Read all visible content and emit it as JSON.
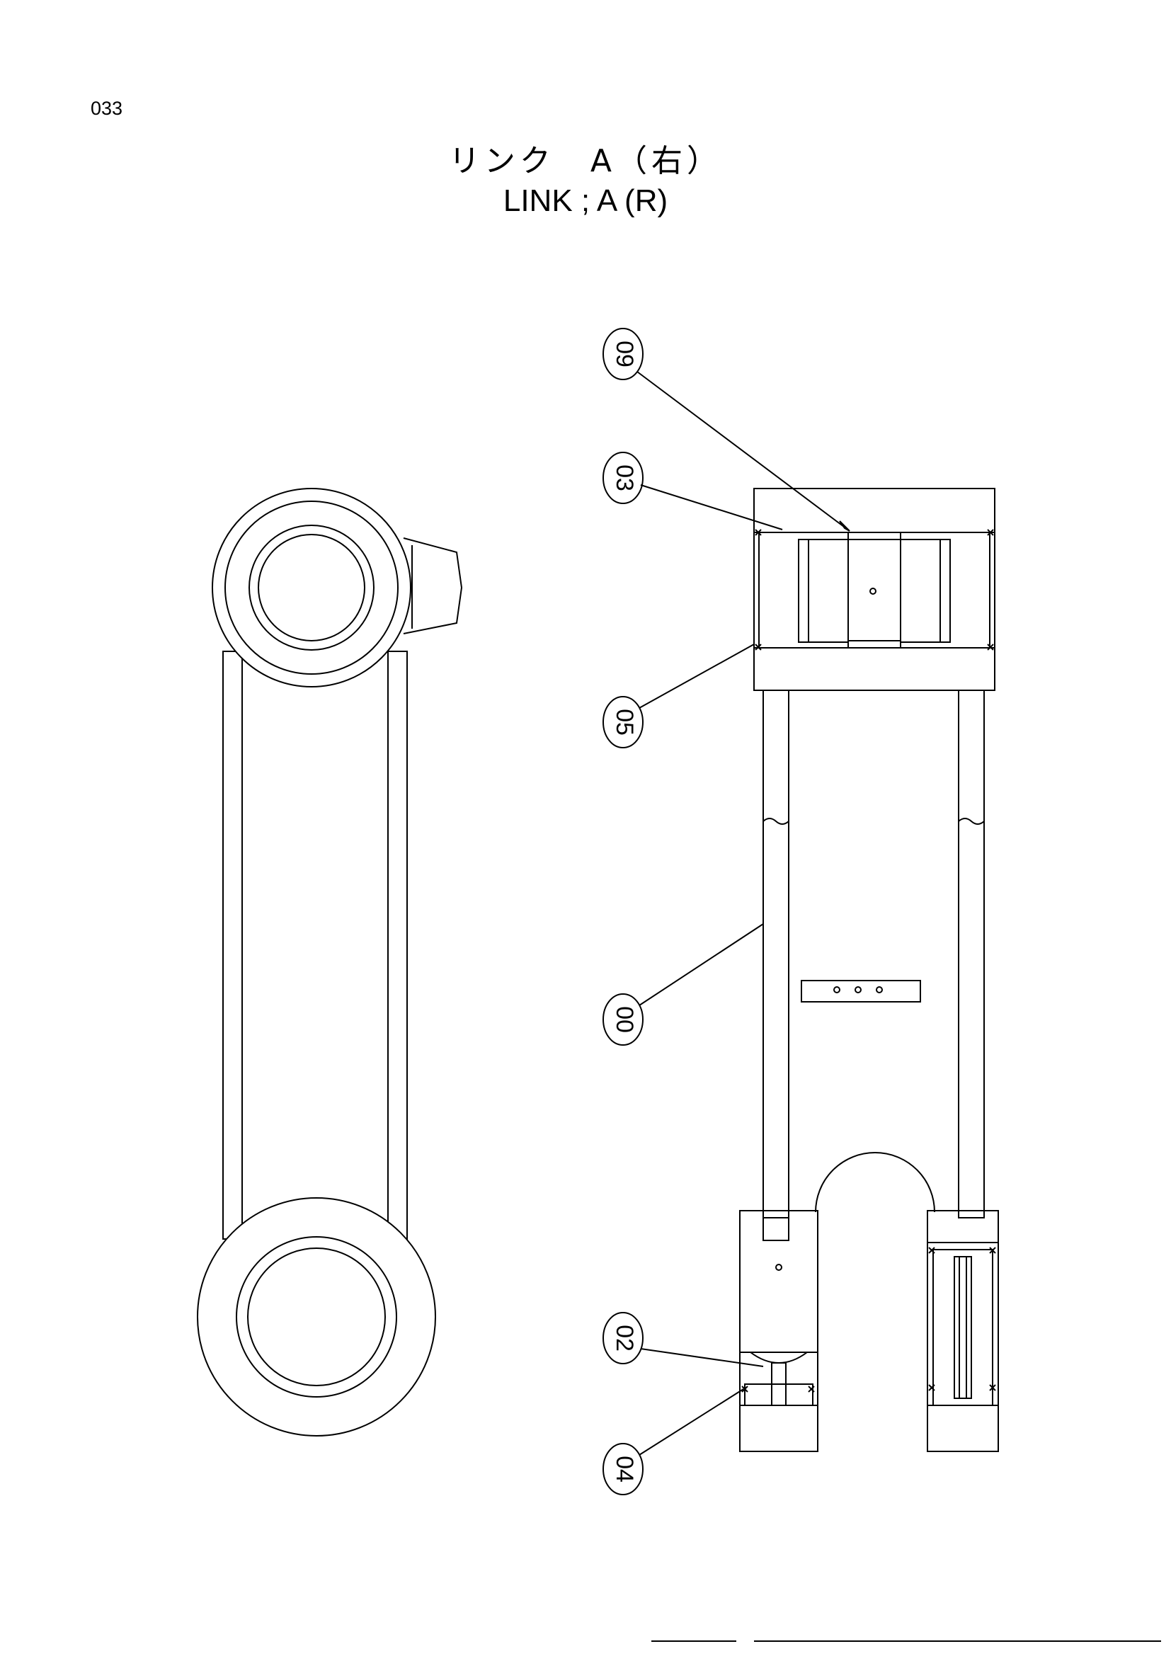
{
  "page": {
    "number": "033",
    "title_jp": "リンク　A（右）",
    "title_en": "LINK ; A (R)"
  },
  "callouts": [
    {
      "label": "09"
    },
    {
      "label": "03"
    },
    {
      "label": "05"
    },
    {
      "label": "00"
    },
    {
      "label": "02"
    },
    {
      "label": "04"
    }
  ],
  "colors": {
    "ink": "#000000",
    "paper": "#ffffff"
  }
}
